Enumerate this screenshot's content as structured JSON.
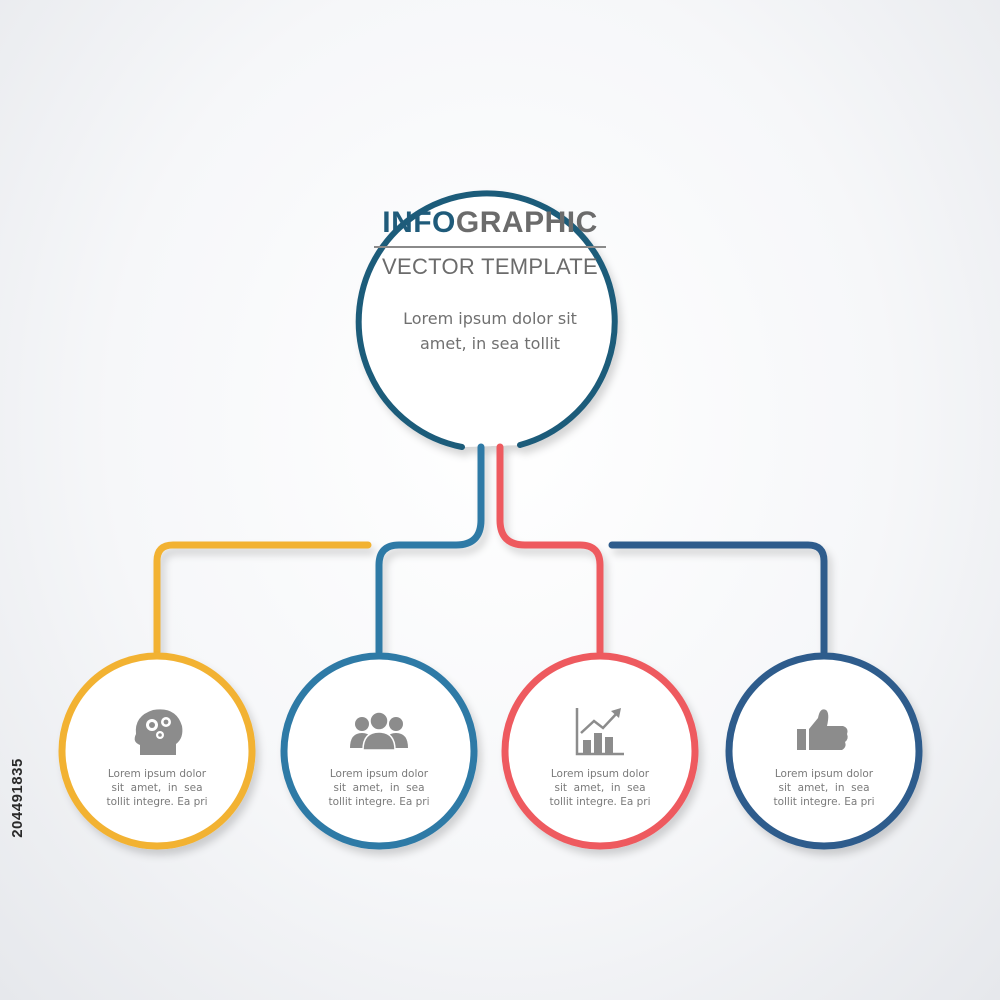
{
  "main": {
    "title_accent": "INFO",
    "title_rest": "GRAPHIC",
    "subtitle": "VECTOR TEMPLATE",
    "text_line1": "Lorem ipsum dolor sit",
    "text_line2": "amet, in sea tollit"
  },
  "nodes": [
    {
      "icon": "gears-head-icon",
      "color": "#f2b233",
      "line1": "Lorem ipsum dolor",
      "line2": "sit  amet,  in  sea",
      "line3": "tollit integre. Ea pri"
    },
    {
      "icon": "people-group-icon",
      "color": "#2f7aa6",
      "line1": "Lorem ipsum dolor",
      "line2": "sit  amet,  in  sea",
      "line3": "tollit integre. Ea pri"
    },
    {
      "icon": "bar-chart-growth-icon",
      "color": "#ee5a5f",
      "line1": "Lorem ipsum dolor",
      "line2": "sit  amet,  in  sea",
      "line3": "tollit integre. Ea pri"
    },
    {
      "icon": "thumbs-up-icon",
      "color": "#2d5b8c",
      "line1": "Lorem ipsum dolor",
      "line2": "sit  amet,  in  sea",
      "line3": "tollit integre. Ea pri"
    }
  ],
  "colors": {
    "main_ring": "#1f5b7a",
    "icon_gray": "#8c8c8c"
  },
  "stock_id": "204491835"
}
